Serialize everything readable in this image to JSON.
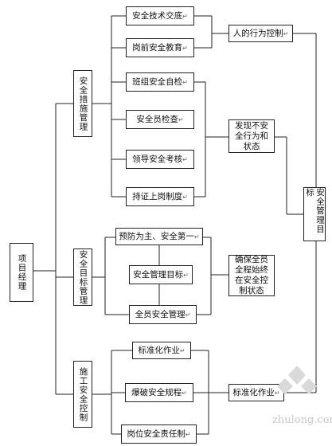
{
  "root": {
    "label": "项目经理"
  },
  "branches": [
    {
      "label": "安全措施管理",
      "children": [
        "安全技术交底",
        "岗前安全教育",
        "班组安全自检",
        "安全员检查",
        "领导安全考核",
        "持证上岗制度"
      ]
    },
    {
      "label": "安全目标管理",
      "children": [
        "预防为主、安全第一",
        "安全管理目标",
        "全员安全管理"
      ]
    },
    {
      "label": "施工安全控制",
      "children": [
        "标准化作业",
        "爆破安全规程",
        "岗位安全责任制"
      ]
    }
  ],
  "right_nodes": [
    "人的行为控制",
    "发现不安全行为和状态",
    "确保全员全程始终在安全控制状态",
    "标准化作业"
  ],
  "goal": {
    "label": "安全管理目标"
  },
  "edit_mark": "↵",
  "watermark": {
    "text": "zhulong.com"
  }
}
